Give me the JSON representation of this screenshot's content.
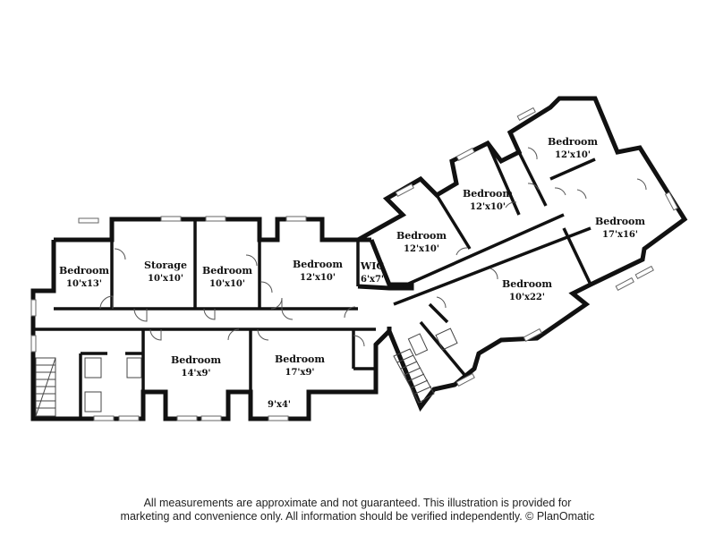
{
  "rooms": [
    {
      "name": "Bedroom",
      "dims": "10'x13'"
    },
    {
      "name": "Storage",
      "dims": "10'x10'"
    },
    {
      "name": "Bedroom",
      "dims": "10'x10'"
    },
    {
      "name": "Bedroom",
      "dims": "12'x10'"
    },
    {
      "name": "WIC",
      "dims": "6'x7'"
    },
    {
      "name": "Bedroom",
      "dims": "12'x10'"
    },
    {
      "name": "Bedroom",
      "dims": "12'x10'"
    },
    {
      "name": "Bedroom",
      "dims": "12'x10'"
    },
    {
      "name": "Bedroom",
      "dims": "17'x16'"
    },
    {
      "name": "Bedroom",
      "dims": "10'x22'"
    },
    {
      "name": "Bedroom",
      "dims": "14'x9'"
    },
    {
      "name": "Bedroom",
      "dims": "17'x9'"
    }
  ],
  "extra_label": "9'x4'",
  "footer": {
    "line1": "All measurements are approximate and not guaranteed. This illustration is provided for",
    "line2": "marketing and convenience only. All information should be verified independently. © PlanOmatic"
  }
}
